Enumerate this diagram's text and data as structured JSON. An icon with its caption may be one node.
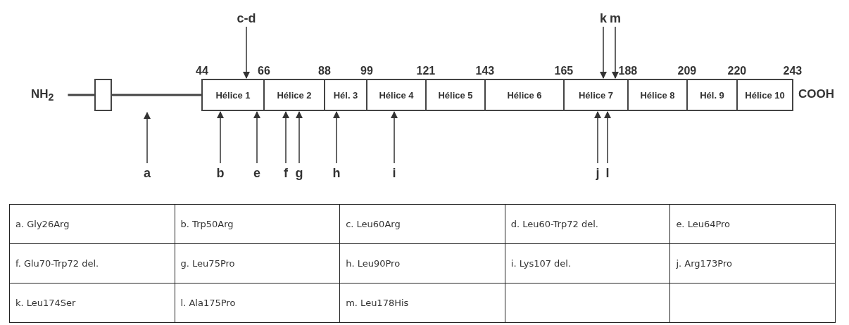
{
  "diagram": {
    "nodes": [
      {
        "text": [],
        "shape": "box"
      },
      {
        "text": [
          "Hélice 1"
        ]
      },
      {
        "text": [
          "Hélice 2"
        ]
      },
      {
        "text": [
          "Hél. 3"
        ]
      },
      {
        "text": [
          "Hélice 4"
        ]
      },
      {
        "text": [
          "Hélice 5"
        ]
      },
      {
        "text": [
          "Hélice 6"
        ]
      },
      {
        "text": [
          "Hélice 7"
        ]
      },
      {
        "text": [
          "Hélice 8"
        ]
      },
      {
        "text": [
          "Hél. 9"
        ]
      },
      {
        "text": [
          "Hélice 10"
        ],
        "beside": [
          "COOH"
        ]
      },
      {
        "text": [
          "c-d"
        ]
      },
      {
        "text": [
          "k"
        ]
      },
      {
        "text": [
          "m"
        ]
      },
      {
        "text": [
          "a"
        ]
      },
      {
        "text": [
          "b"
        ]
      },
      {
        "text": [
          "e"
        ]
      },
      {
        "text": [
          "f"
        ]
      },
      {
        "text": [
          "g"
        ]
      },
      {
        "text": [
          "h"
        ]
      },
      {
        "text": [
          "i"
        ]
      },
      {
        "text": [
          "j"
        ]
      },
      {
        "text": [
          "l"
        ]
      },
      {
        "text": [
          "NH$_{2}$"
        ]
      }
    ],
    "edges": [
      {
        "from": 23,
        "to": 0,
        "arrow": "none"
      },
      {
        "from": 0,
        "to": 1,
        "arrow": "none"
      },
      {
        "from": 11,
        "to": 1,
        "arrow": "to"
      },
      {
        "from": 12,
        "to": 7,
        "arrow": "to"
      },
      {
        "from": 13,
        "to": 7,
        "arrow": "to"
      },
      {
        "from": 14,
        "to": null,
        "arrow": "to"
      },
      {
        "from": 15,
        "to": 1,
        "arrow": "to"
      },
      {
        "from": 16,
        "to": 1,
        "arrow": "to"
      },
      {
        "from": 17,
        "to": 2,
        "arrow": "to"
      },
      {
        "from": 18,
        "to": 2,
        "arrow": "to"
      },
      {
        "from": 19,
        "to": 3,
        "arrow": "to"
      },
      {
        "from": 20,
        "to": 4,
        "arrow": "to"
      },
      {
        "from": 21,
        "to": 7,
        "arrow": "to"
      },
      {
        "from": 22,
        "to": 7,
        "arrow": "to"
      }
    ],
    "labels": [
      "44",
      "66",
      "88",
      "99",
      "121",
      "143",
      "165",
      "188",
      "209",
      "220",
      "243",
      "a. Gly26Arg",
      "b. Trp50Arg",
      "c. Leu60Arg",
      "d. Leu60-Trp72 del.",
      "e. Leu64Pro",
      "f. Glu70-Trp72 del.",
      "g. Leu75Pro",
      "h. Leu90Pro",
      "i. Lys107 del.",
      "j. Arg173Pro",
      "k. Leu174Ser",
      "l. Ala175Pro",
      "m. Leu178His"
    ]
  }
}
